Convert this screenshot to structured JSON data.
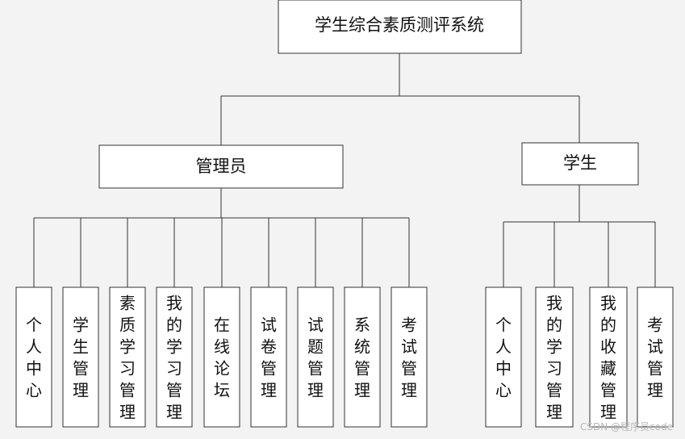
{
  "root": {
    "label": "学生综合素质测评系统"
  },
  "admin": {
    "label": "管理员",
    "children": [
      "个人中心",
      "学生管理",
      "素质学习管理",
      "我的学习管理",
      "在线论坛",
      "试卷管理",
      "试题管理",
      "系统管理",
      "考试管理"
    ]
  },
  "student": {
    "label": "学生",
    "children": [
      "个人中心",
      "我的学习管理",
      "我的收藏管理",
      "考试管理"
    ]
  },
  "watermark": "CSDN @程序员code"
}
